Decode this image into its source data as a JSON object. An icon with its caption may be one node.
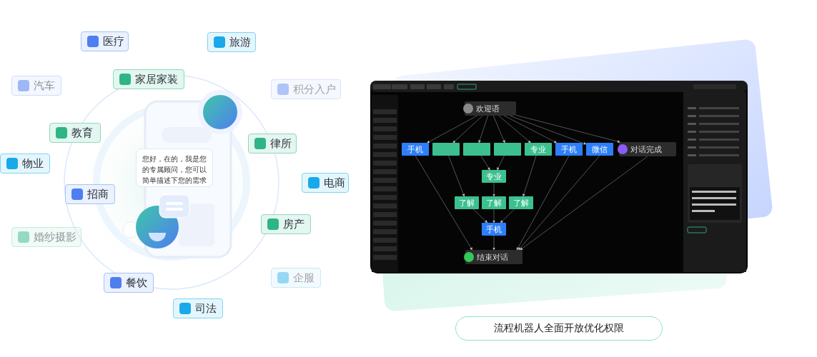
{
  "diagram": {
    "nodes": [
      {
        "text": [
          "医疗"
        ]
      },
      {
        "text": [
          "旅游"
        ]
      },
      {
        "text": [
          "家居家装"
        ]
      },
      {
        "text": [
          "汽车"
        ]
      },
      {
        "text": [
          "积分入户"
        ]
      },
      {
        "text": [
          "教育"
        ]
      },
      {
        "text": [
          "律所"
        ]
      },
      {
        "text": [
          "物业"
        ]
      },
      {
        "text": [
          "您好，在的，我是您的专属顾问，您可以简单描述下您的需求"
        ]
      },
      {
        "text": [
          "电商"
        ]
      },
      {
        "text": [
          "招商"
        ]
      },
      {
        "text": [
          "房产"
        ]
      },
      {
        "text": [
          "婚纱摄影"
        ]
      },
      {
        "text": [
          "企服"
        ]
      },
      {
        "text": [
          "餐饮"
        ]
      },
      {
        "text": [
          "司法"
        ]
      },
      {
        "text": [
          "欢迎语"
        ]
      },
      {
        "text": [
          "手机"
        ]
      },
      {
        "text": [],
        "shape": "box"
      },
      {
        "text": [],
        "shape": "box"
      },
      {
        "text": [],
        "shape": "box"
      },
      {
        "text": [
          "专业"
        ]
      },
      {
        "text": [
          "手机"
        ]
      },
      {
        "text": [
          "微信"
        ]
      },
      {
        "text": [
          "对话完成"
        ]
      },
      {
        "text": [
          "专业"
        ]
      },
      {
        "text": [
          "了解"
        ]
      },
      {
        "text": [
          "了解"
        ]
      },
      {
        "text": [
          "了解"
        ]
      },
      {
        "text": [
          "手机"
        ]
      },
      {
        "text": [
          "结束对话"
        ]
      },
      {
        "text": [
          "流程机器人全面开放优化权限"
        ]
      }
    ],
    "edges": [
      {
        "from": 16,
        "to": 17,
        "arrow": "to"
      },
      {
        "from": 16,
        "to": 18,
        "arrow": "to"
      },
      {
        "from": 16,
        "to": 19,
        "arrow": "to"
      },
      {
        "from": 16,
        "to": 20,
        "arrow": "to"
      },
      {
        "from": 16,
        "to": 21,
        "arrow": "to"
      },
      {
        "from": 16,
        "to": 22,
        "arrow": "to"
      },
      {
        "from": 16,
        "to": 23,
        "arrow": "to"
      },
      {
        "from": 16,
        "to": 24,
        "arrow": "to"
      },
      {
        "from": 17,
        "to": 30,
        "arrow": "to"
      },
      {
        "from": 18,
        "to": 26,
        "arrow": "to"
      },
      {
        "from": 19,
        "to": 25,
        "arrow": "to"
      },
      {
        "from": 20,
        "to": 25,
        "arrow": "to"
      },
      {
        "from": 21,
        "to": 28,
        "arrow": "to"
      },
      {
        "from": 22,
        "to": 30,
        "arrow": "to"
      },
      {
        "from": 23,
        "to": 30,
        "arrow": "to"
      },
      {
        "from": 24,
        "to": 30,
        "arrow": "to"
      },
      {
        "from": 25,
        "to": 27,
        "arrow": "to"
      },
      {
        "from": 26,
        "to": 29,
        "arrow": "to"
      },
      {
        "from": 27,
        "to": 29,
        "arrow": "to"
      },
      {
        "from": 28,
        "to": 29,
        "arrow": "to"
      },
      {
        "from": 29,
        "to": 30,
        "arrow": "to"
      }
    ]
  }
}
